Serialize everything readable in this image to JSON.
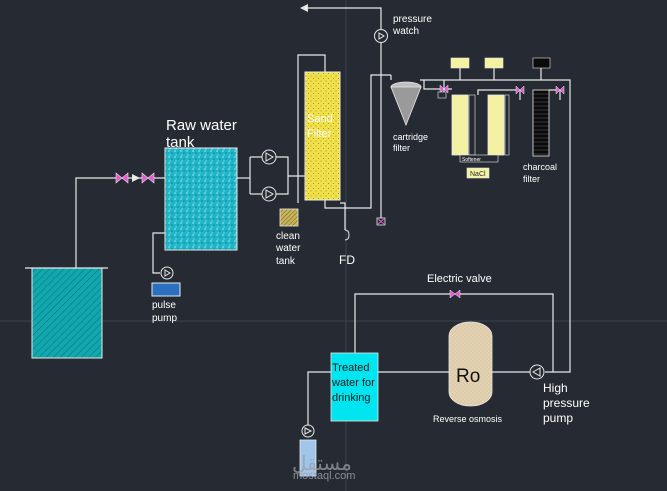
{
  "labels": {
    "raw_water_tank": [
      "Raw water",
      "tank"
    ],
    "sand_filter": [
      "Sand",
      "Filter"
    ],
    "pressure_watch": [
      "pressure",
      "watch"
    ],
    "cartridge_filter": [
      "cartridge",
      "filter"
    ],
    "charcoal_filter": [
      "charcoal",
      "filter"
    ],
    "clean_water_tank": [
      "clean",
      "water",
      "tank"
    ],
    "fd": "FD",
    "pulse_pump": [
      "pulse",
      "pump"
    ],
    "electric_valve": "Electric valve",
    "ro": "Ro",
    "reverse_osmosis": "Reverse osmosis",
    "high_pressure_pump": [
      "High",
      "pressure",
      "pump"
    ],
    "treated_water": [
      "Treated",
      "water for",
      "drinking"
    ],
    "softener_tag": "Softener",
    "nacl_tag": "NaCl",
    "watermark_arabic": "مستقل",
    "watermark_url": "mostaql.com"
  },
  "colors": {
    "background": "#262b33",
    "pipe": "#e8e8e8",
    "raw_tank": "#1fb5c8",
    "ground_tank": "#12a7ae",
    "sand": "#f0e04a",
    "softener": "#f4f2a2",
    "charcoal": "#0a0a0a",
    "treated": "#00e5f0",
    "ro_vessel": "#e2d1b2",
    "valve": "#e05bd2",
    "pulse_pump_box": "#2a6fc0",
    "clean_tank": "#c8b45a"
  }
}
